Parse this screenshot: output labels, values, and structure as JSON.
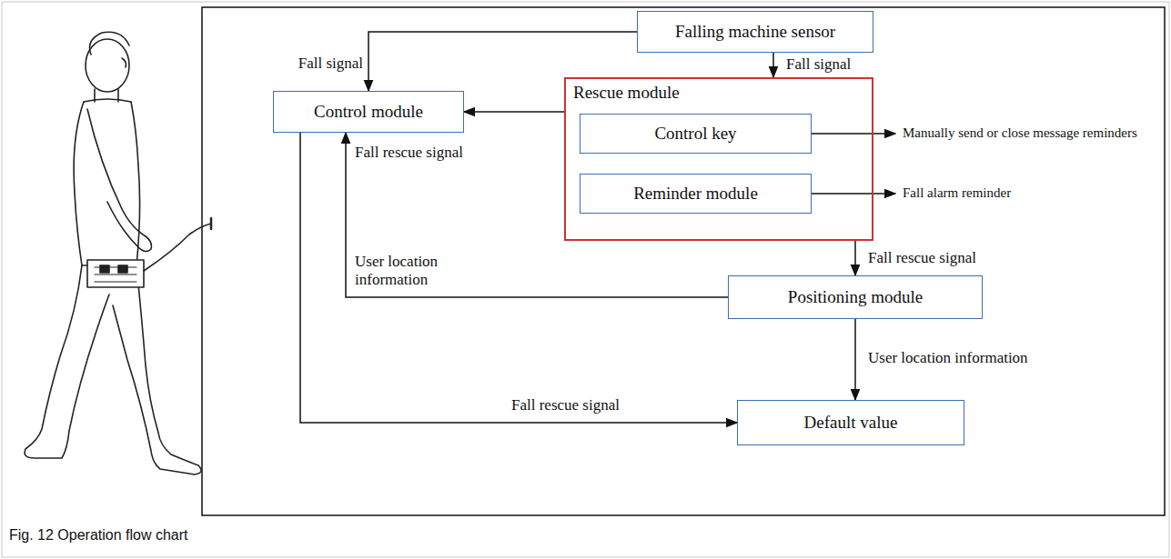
{
  "diagram": {
    "caption": "Fig. 12 Operation flow chart",
    "nodes": [
      {
        "text": [
          "Falling machine sensor"
        ]
      },
      {
        "text": [
          "Control module"
        ]
      },
      {
        "text": [
          "Rescue module"
        ]
      },
      {
        "text": [
          "Control key"
        ],
        "in": 2
      },
      {
        "text": [
          "Reminder module"
        ],
        "in": 2
      },
      {
        "text": [
          "Positioning module"
        ]
      },
      {
        "text": [
          "Default value"
        ]
      }
    ],
    "edges": [
      {
        "from": 0,
        "to": 1,
        "arrow": "to",
        "label": "Fall signal"
      },
      {
        "from": 0,
        "to": 2,
        "arrow": "to",
        "label": "Fall signal"
      },
      {
        "from": 2,
        "to": 1,
        "arrow": "to"
      },
      {
        "from": 5,
        "to": 1,
        "arrow": "to",
        "label": "User location information"
      },
      {
        "from": 2,
        "to": 5,
        "arrow": "to",
        "label": "Fall rescue signal"
      },
      {
        "from": 5,
        "to": 6,
        "arrow": "to",
        "label": "User location information"
      },
      {
        "from": 1,
        "to": 6,
        "arrow": "to",
        "label": "Fall rescue signal"
      }
    ],
    "labels": [
      "Fall rescue signal",
      "Manually send or close message reminders",
      "Fall alarm reminder"
    ]
  }
}
